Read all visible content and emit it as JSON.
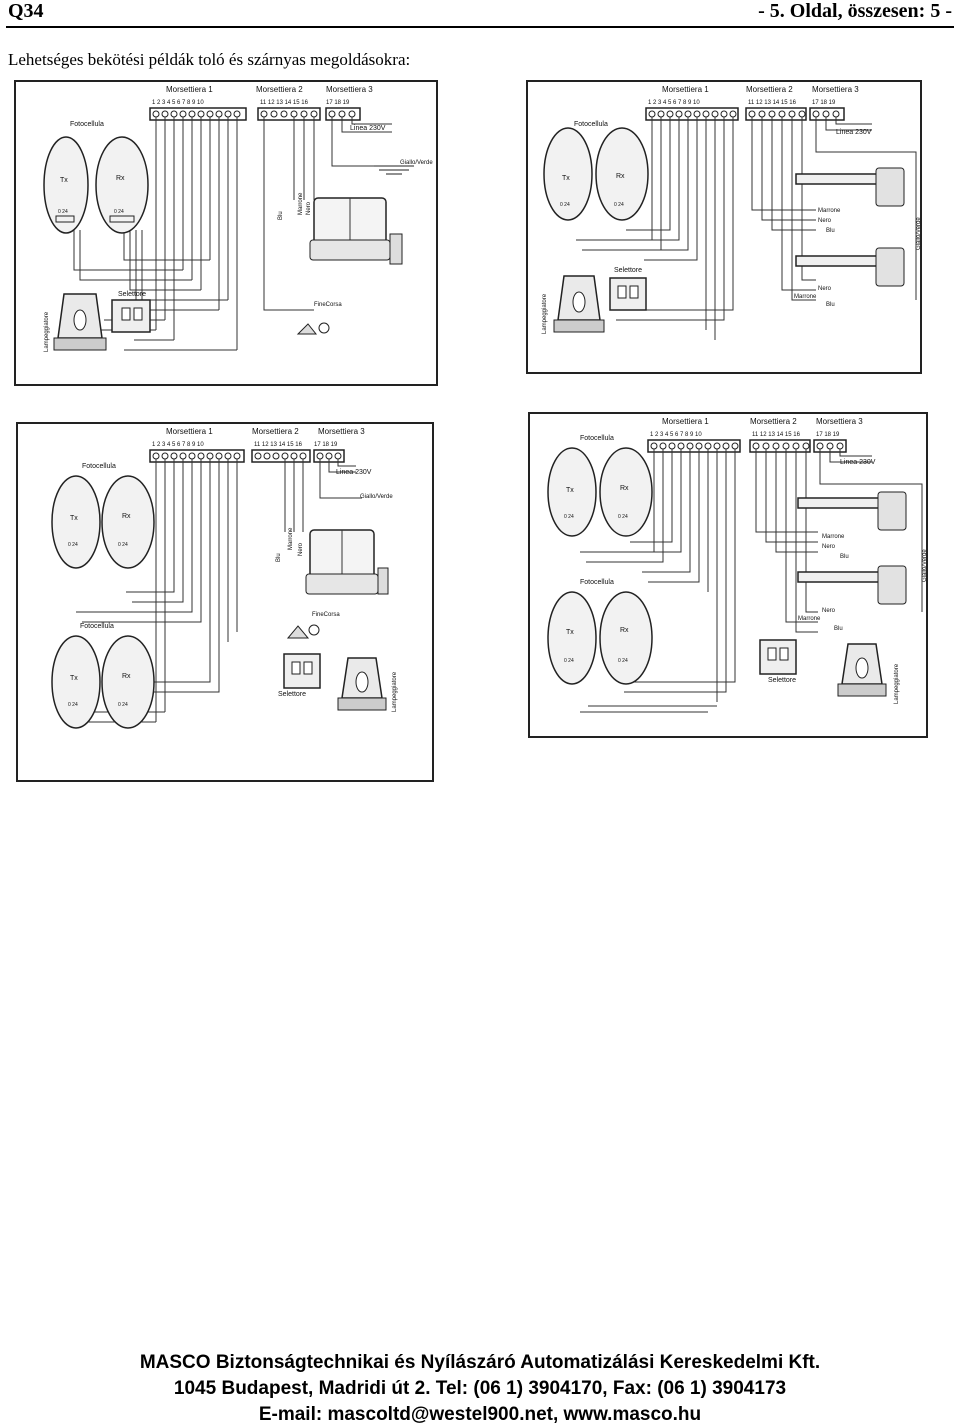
{
  "header": {
    "code": "Q34",
    "page_info": "- 5. Oldal, összesen: 5 -"
  },
  "subtitle": "Lehetséges bekötési példák toló és szárnyas megoldásokra:",
  "diagram_labels": {
    "terminal_1": "Morsettiera 1",
    "terminal_2": "Morsettiera 2",
    "terminal_3": "Morsettiera 3",
    "numbers_1": "1 2 3 4 5 6 7 8 9 10",
    "numbers_2": "11 12 13 14 15 16",
    "numbers_3": "17 18 19",
    "photocell": "Fotocellula",
    "tx": "Tx",
    "rx": "Rx",
    "voltage": "0 24",
    "line": "Linea 230V",
    "earth": "Giallo/Verde",
    "blu": "Blu",
    "marrone": "Marrone",
    "nero": "Nero",
    "selector": "Selettore",
    "lamp": "Lampeggiatore",
    "limit": "FineCorsa"
  },
  "footer": {
    "line1": "MASCO Biztonságtechnikai és Nyílászáró Automatizálási Kereskedelmi Kft.",
    "line2": "1045 Budapest, Madridi út 2. Tel: (06 1) 3904170, Fax: (06 1) 3904173",
    "line3": "E-mail: mascoltd@westel900.net, www.masco.hu"
  }
}
